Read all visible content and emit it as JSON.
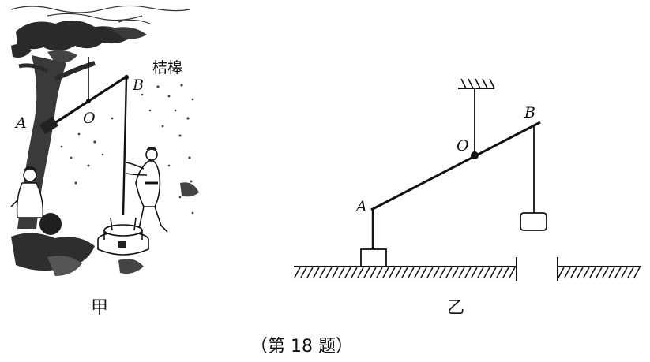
{
  "left_figure": {
    "structure_label": "桔槔",
    "point_a": "A",
    "point_o": "O",
    "point_b": "B",
    "caption": "甲"
  },
  "right_figure": {
    "point_a": "A",
    "point_o": "O",
    "point_b": "B",
    "caption": "乙"
  },
  "problem_caption": "（第 18 题）"
}
